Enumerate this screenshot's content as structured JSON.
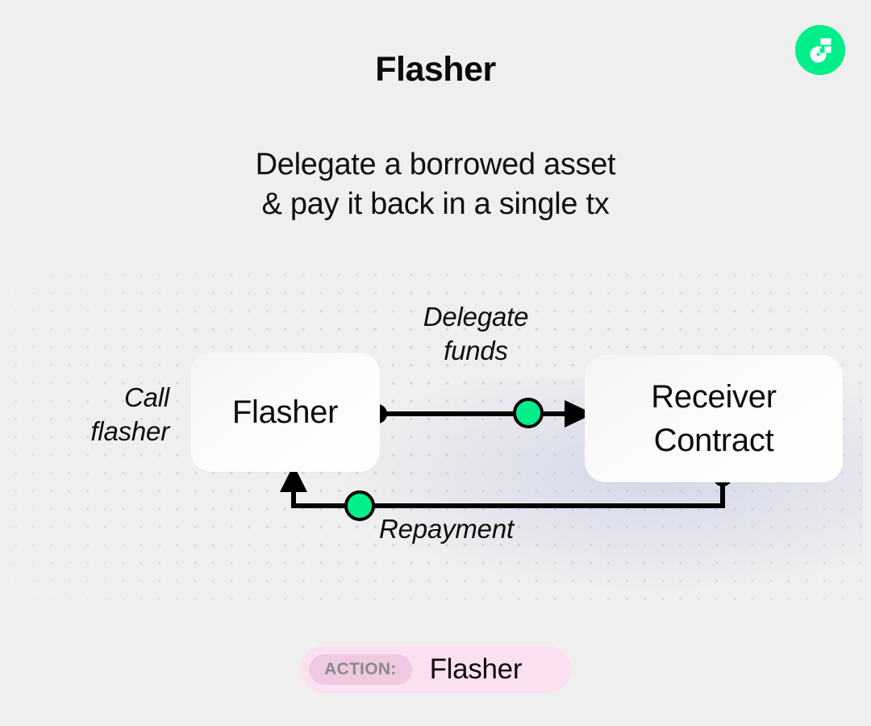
{
  "brand": {
    "logo_icon": "flow-logo-icon",
    "logo_color": "#00ef8b"
  },
  "header": {
    "title": "Flasher",
    "subtitle_line1": "Delegate a borrowed asset",
    "subtitle_line2": "& pay it back in a single tx"
  },
  "diagram": {
    "nodes": [
      {
        "id": "flasher",
        "label": "Flasher"
      },
      {
        "id": "receiver",
        "label_line1": "Receiver",
        "label_line2": "Contract"
      }
    ],
    "labels": {
      "call_line1": "Call",
      "call_line2": "flasher",
      "delegate_line1": "Delegate",
      "delegate_line2": "funds",
      "repayment": "Repayment"
    },
    "colors": {
      "accent_green": "#00ef8b",
      "stroke": "#000000",
      "node_fill": "#ffffff",
      "background": "#efefef"
    }
  },
  "footer": {
    "action_label": "ACTION:",
    "action_value": "Flasher",
    "badge_color": "#fbe0f2",
    "chip_color": "#efc9e2"
  }
}
